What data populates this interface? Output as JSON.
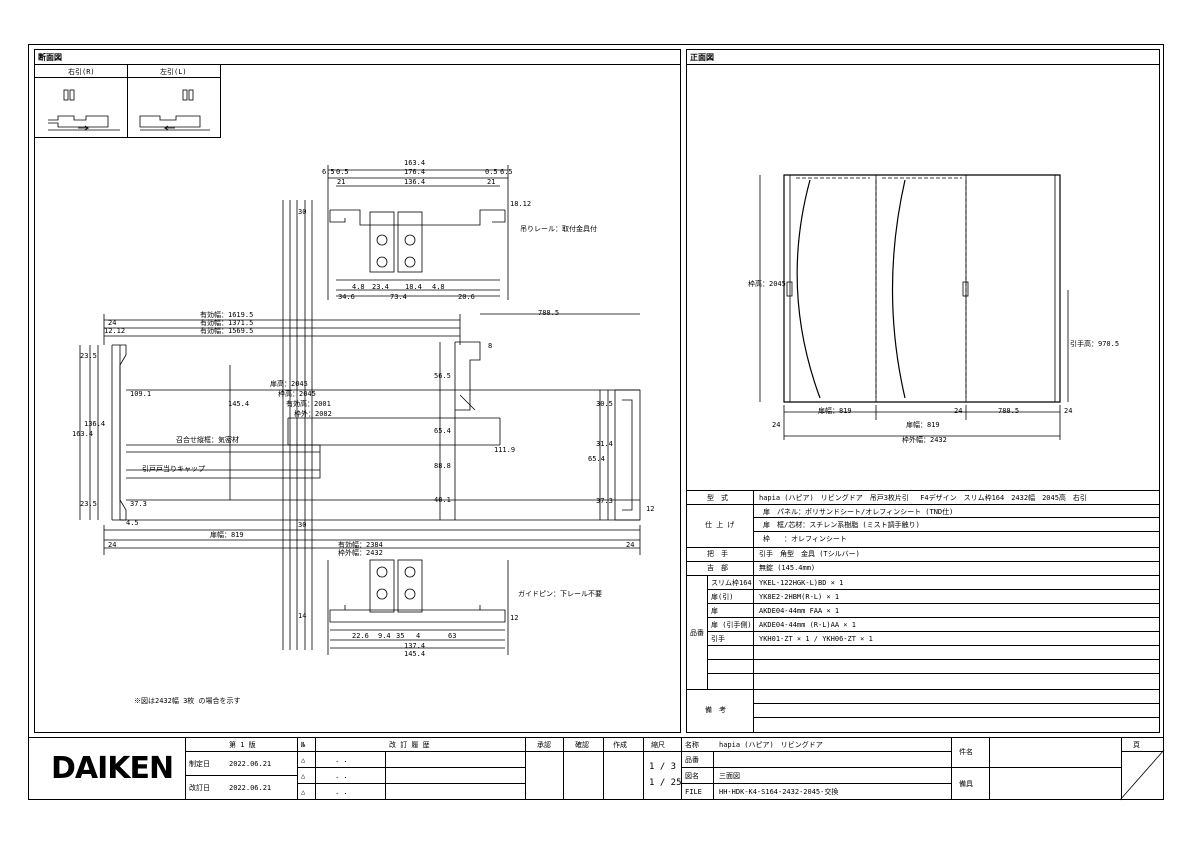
{
  "sections": {
    "section_view": "断面図",
    "front_view": "正面図"
  },
  "swing": {
    "right": "右引(R)",
    "left": "左引(L)"
  },
  "section_dims": {
    "top_total": "163.4",
    "top_a": "6.5",
    "top_b": "0.5",
    "top_c": "176.4",
    "top_d": "0.5",
    "top_e": "6.5",
    "top_inner": "136.4",
    "top_21a": "21",
    "top_21b": "21",
    "h30": "30",
    "h18": "18.12",
    "rail_note": "吊りレール：取付金具付",
    "b_4_8a": "4.8",
    "b_23_4": "23.4",
    "b_18_4": "18.4",
    "b_4_8b": "4.8",
    "b_34_6": "34.6",
    "b_73_4": "73.4",
    "b_20_6": "20.6",
    "w1619": "有効幅：1619.5",
    "w1371": "有効幅：1371.5",
    "w1569": "有効幅：1569.5",
    "w24": "24",
    "w12_12": "12.12",
    "w788": "788.5",
    "v23_5a": "23.5",
    "v163_4": "163.4",
    "v136_4": "136.4",
    "v23_5b": "23.5",
    "v109_1": "109.1",
    "v145_4": "145.4",
    "v37_3a": "37.3",
    "v37_3b": "37.3",
    "v4_5": "4.5",
    "h2045": "扉高：2045",
    "h2045b": "枠高：2045",
    "h2001": "有効高：2001",
    "h2082": "枠外：2082",
    "note_seal": "召合せ縦框：気密材",
    "note_cap": "引戸戸当りキャップ",
    "v56_5": "56.5",
    "v65_4": "65.4",
    "v111_9": "111.9",
    "v88_8": "88.8",
    "v40_1": "40.1",
    "v30_5": "30.5",
    "v31_4": "31.4",
    "v65_4b": "65.4",
    "v8a": "8",
    "v12": "12",
    "w819": "扉幅：819",
    "w2384": "有効幅：2384",
    "w2432": "枠外幅：2432",
    "w24b": "24",
    "w24c": "24",
    "w30": "30",
    "rail_note2": "ガイドピン：下レール不要",
    "b_22_6": "22.6",
    "b_9_4": "9.4",
    "b_35": "35",
    "b_4": "4",
    "b_63": "63",
    "b_137_4": "137.4",
    "b_145_4": "145.4",
    "v14": "14",
    "v12b": "12",
    "footnote": "※図は2432幅 3枚 の場合を示す"
  },
  "front_dims": {
    "height": "枠高：2045",
    "h970": "引手高：970.5",
    "d819a": "扉幅：819",
    "d819b": "扉幅：819",
    "d24a": "24",
    "d24b": "24",
    "d24c": "24",
    "d788": "788.5",
    "total": "枠外幅：2432"
  },
  "spec": {
    "model_label": "型　式",
    "model_value": "hapia (ハピア)　リビングドア　吊戸3枚片引 　F4デザイン　スリム枠164　2432幅　2045高　右引",
    "finish_label": "仕 上 げ",
    "finish_1": "扉　パネル：ポリサンドシート/オレフィンシート (TND仕)",
    "finish_2": "扉　框/芯材：スチレン系樹脂 (ミスト調手触り)",
    "finish_3": "枠　　：オレフィンシート",
    "handle_label": "把　手",
    "handle_value": "引手　角型　金具 (Tシルバー)",
    "lock_label": "吉　部",
    "lock_value": "無錠 (145.4mm)",
    "parts_label": "品番",
    "parts": [
      {
        "name": "スリム枠164",
        "code": "YKEL-122HGK-L)BD × 1"
      },
      {
        "name": "扉(引)",
        "code": "YK8E2-2HBM(R-L) × 1"
      },
      {
        "name": "扉",
        "code": "AKDE04-44mm FAA × 1"
      },
      {
        "name": "扉 (引手側)",
        "code": "AKDE04-44mm (R-L)AA × 1"
      },
      {
        "name": "引手",
        "code": "YKH01-ZT × 1 / YKH06-ZT × 1"
      }
    ],
    "remarks_label": "備　考"
  },
  "title_block": {
    "logo": "DAIKEN",
    "edition": "第 1 版",
    "created_label": "制定日",
    "created_date": "2022.06.21",
    "revised_label": "改訂日",
    "revised_date": "2022.06.21",
    "no_label": "№",
    "revision_label": "改 訂 履 歴",
    "check_label": "承認",
    "inspect_label": "確認",
    "make_label": "作成",
    "scale_label": "縮尺",
    "scale_1": "1 / 3",
    "scale_2": "1 / 25",
    "rev_marks": [
      "△",
      "△",
      "△"
    ],
    "rev_dots": [
      ". .",
      ". .",
      ". ."
    ],
    "name_label": "名称",
    "name_value": "hapia (ハピア)　リビングドア",
    "product_label": "品番",
    "drawing_label": "図名",
    "drawing_value": "三面図",
    "file_label": "FILE",
    "file_value": "HH-HDK-K4-S164-2432-2045-交換",
    "case_label": "件名",
    "sign_label": "備具",
    "page_label": "頁"
  }
}
